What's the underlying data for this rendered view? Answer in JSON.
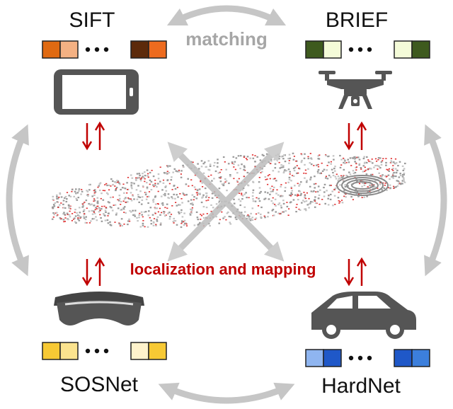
{
  "methods": {
    "sift": {
      "label": "SIFT",
      "colors": [
        "#e06a12",
        "#f4b183",
        "#ffffff",
        "#5c2a0a",
        "#ed6b1f"
      ]
    },
    "brief": {
      "label": "BRIEF",
      "colors": [
        "#3e5a1e",
        "#f4fbd8",
        "#ffffff",
        "#f4fbd8",
        "#3e5a1e"
      ]
    },
    "sosnet": {
      "label": "SOSNet",
      "colors": [
        "#f7c934",
        "#fbe38e",
        "#ffffff",
        "#fff3cc",
        "#f7c934"
      ]
    },
    "hardnet": {
      "label": "HardNet",
      "colors": [
        "#8fb5f0",
        "#1f58c8",
        "#ffffff",
        "#1f58c8",
        "#3c7fdc"
      ]
    }
  },
  "devices": {
    "sift": "phone-icon",
    "brief": "drone-icon",
    "sosnet": "vr-headset-icon",
    "hardnet": "car-icon"
  },
  "center": {
    "matching_label": "matching",
    "localization_label": "localization and mapping"
  },
  "colors": {
    "accent_red": "#c00000",
    "arrow_gray": "#bfbfbf",
    "text_gray": "#a6a6a6",
    "icon_gray": "#4a4a4a"
  }
}
